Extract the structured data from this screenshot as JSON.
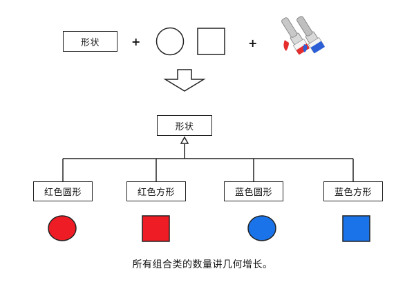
{
  "top_row": {
    "shape_label": "形状",
    "plus_1": "+",
    "plus_2": "+"
  },
  "hierarchy": {
    "root_label": "形状",
    "children": [
      {
        "label": "红色圆形",
        "shape": "circle",
        "color": "#ee1c24"
      },
      {
        "label": "红色方形",
        "shape": "square",
        "color": "#ee1c24"
      },
      {
        "label": "蓝色圆形",
        "shape": "circle",
        "color": "#1a73e8"
      },
      {
        "label": "蓝色方形",
        "shape": "square",
        "color": "#1a73e8"
      }
    ]
  },
  "caption": "所有组合类的数量讲几何增长。",
  "colors": {
    "red": "#ee1c24",
    "blue": "#1a73e8",
    "line": "#222222"
  },
  "icons": [
    "paintbrushes-icon",
    "down-arrow-icon",
    "inheritance-triangle-icon"
  ]
}
